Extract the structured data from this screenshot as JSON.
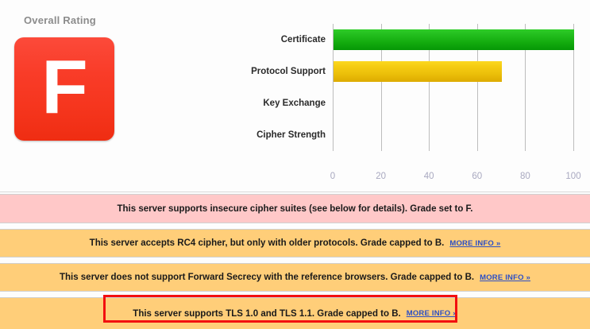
{
  "rating": {
    "title": "Overall Rating",
    "grade": "F",
    "grade_color": "#f73b27"
  },
  "chart_data": {
    "type": "bar",
    "orientation": "horizontal",
    "title": "",
    "xlabel": "",
    "ylabel": "",
    "categories": [
      "Certificate",
      "Protocol Support",
      "Key Exchange",
      "Cipher Strength"
    ],
    "values": [
      100,
      70,
      0,
      0
    ],
    "colors": [
      "#14ad0f",
      "#ecc00a",
      "#14ad0f",
      "#14ad0f"
    ],
    "xlim": [
      0,
      100
    ],
    "xticks": [
      0,
      20,
      40,
      60,
      80,
      100
    ],
    "xtick_labels": [
      "0",
      "20",
      "40",
      "60",
      "80",
      "100"
    ],
    "grid": true,
    "legend": "none"
  },
  "messages": [
    {
      "text": "This server supports insecure cipher suites (see below for details). Grade set to F.",
      "severity": "pink",
      "more_info": "",
      "highlighted": false
    },
    {
      "text": "This server accepts RC4 cipher, but only with older protocols. Grade capped to B.",
      "severity": "orange",
      "more_info": "MORE INFO »",
      "highlighted": false
    },
    {
      "text": "This server does not support Forward Secrecy with the reference browsers. Grade capped to B.",
      "severity": "orange",
      "more_info": "MORE INFO »",
      "highlighted": false
    },
    {
      "text": "This server supports TLS 1.0 and TLS 1.1. Grade capped to B.",
      "severity": "orange",
      "more_info": "MORE INFO »",
      "highlighted": true
    }
  ],
  "colors": {
    "pink_band": "#ffc8c8",
    "orange_band": "#ffce79",
    "highlight_border": "#f20f0f",
    "link": "#2b4fc6",
    "bar_green": "#14ad0f",
    "bar_yellow": "#ecc00a"
  }
}
